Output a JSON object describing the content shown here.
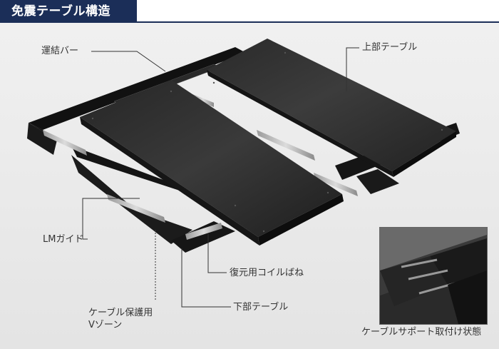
{
  "header": {
    "title": "免震テーブル構造"
  },
  "labels": {
    "connecting_bar": "運結バー",
    "upper_table": "上部テーブル",
    "lm_guide": "LMガイド",
    "return_coil_spring": "復元用コイルばね",
    "lower_table": "下部テーブル",
    "cable_v_zone_line1": "ケーブル保護用",
    "cable_v_zone_line2": "Vゾーン",
    "inset_caption": "ケーブルサポート取付け状態"
  },
  "colors": {
    "header_bg": "#1b2e58",
    "header_text": "#ffffff",
    "panel_top": "#3a3a3a",
    "panel_dark": "#1c1c1c",
    "frame": "#161616",
    "leader": "#333333"
  }
}
